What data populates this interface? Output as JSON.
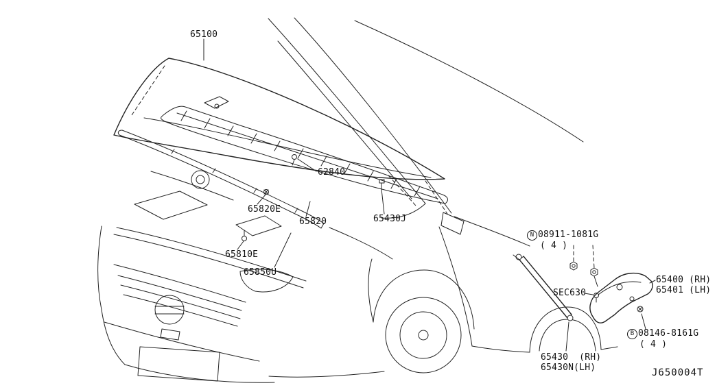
{
  "diagram_code": "J650004T",
  "parts": {
    "hood_panel": "65100",
    "hood_seal_clip": "62840",
    "insulator_clip": "65820E",
    "hood_insulator": "65820",
    "hood_bumper": "65430J",
    "front_seal_clip": "65810E",
    "front_seal": "65850U",
    "hinge_nut_prefix": "N",
    "hinge_nut_number": "08911-1081G",
    "hinge_nut_qty": "( 4 )",
    "hinge_rh": "65400 (RH)",
    "hinge_lh": "65401 (LH)",
    "sec_ref": "SEC630",
    "hinge_bolt_prefix": "B",
    "hinge_bolt_number": "08146-8161G",
    "hinge_bolt_qty": "( 4 )",
    "stay_rh": "65430  (RH)",
    "stay_lh": "65430N(LH)"
  }
}
